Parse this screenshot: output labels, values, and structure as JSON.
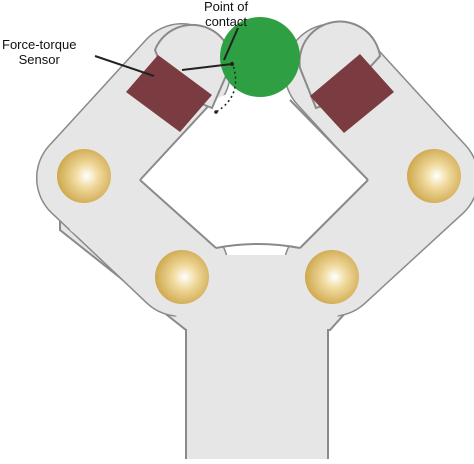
{
  "labels": {
    "sensor_line1": "Force-torque",
    "sensor_line2": "Sensor",
    "contact_line1": "Point of",
    "contact_line2": "contact"
  },
  "colors": {
    "body": "#e6e6e6",
    "outline": "#8a8a8a",
    "sensor": "#7a3c40",
    "object": "#2ea043",
    "joint": "#d8b45a",
    "leader": "#222222"
  },
  "icons": {
    "joint": "ball-joint",
    "object": "grasped-sphere"
  }
}
